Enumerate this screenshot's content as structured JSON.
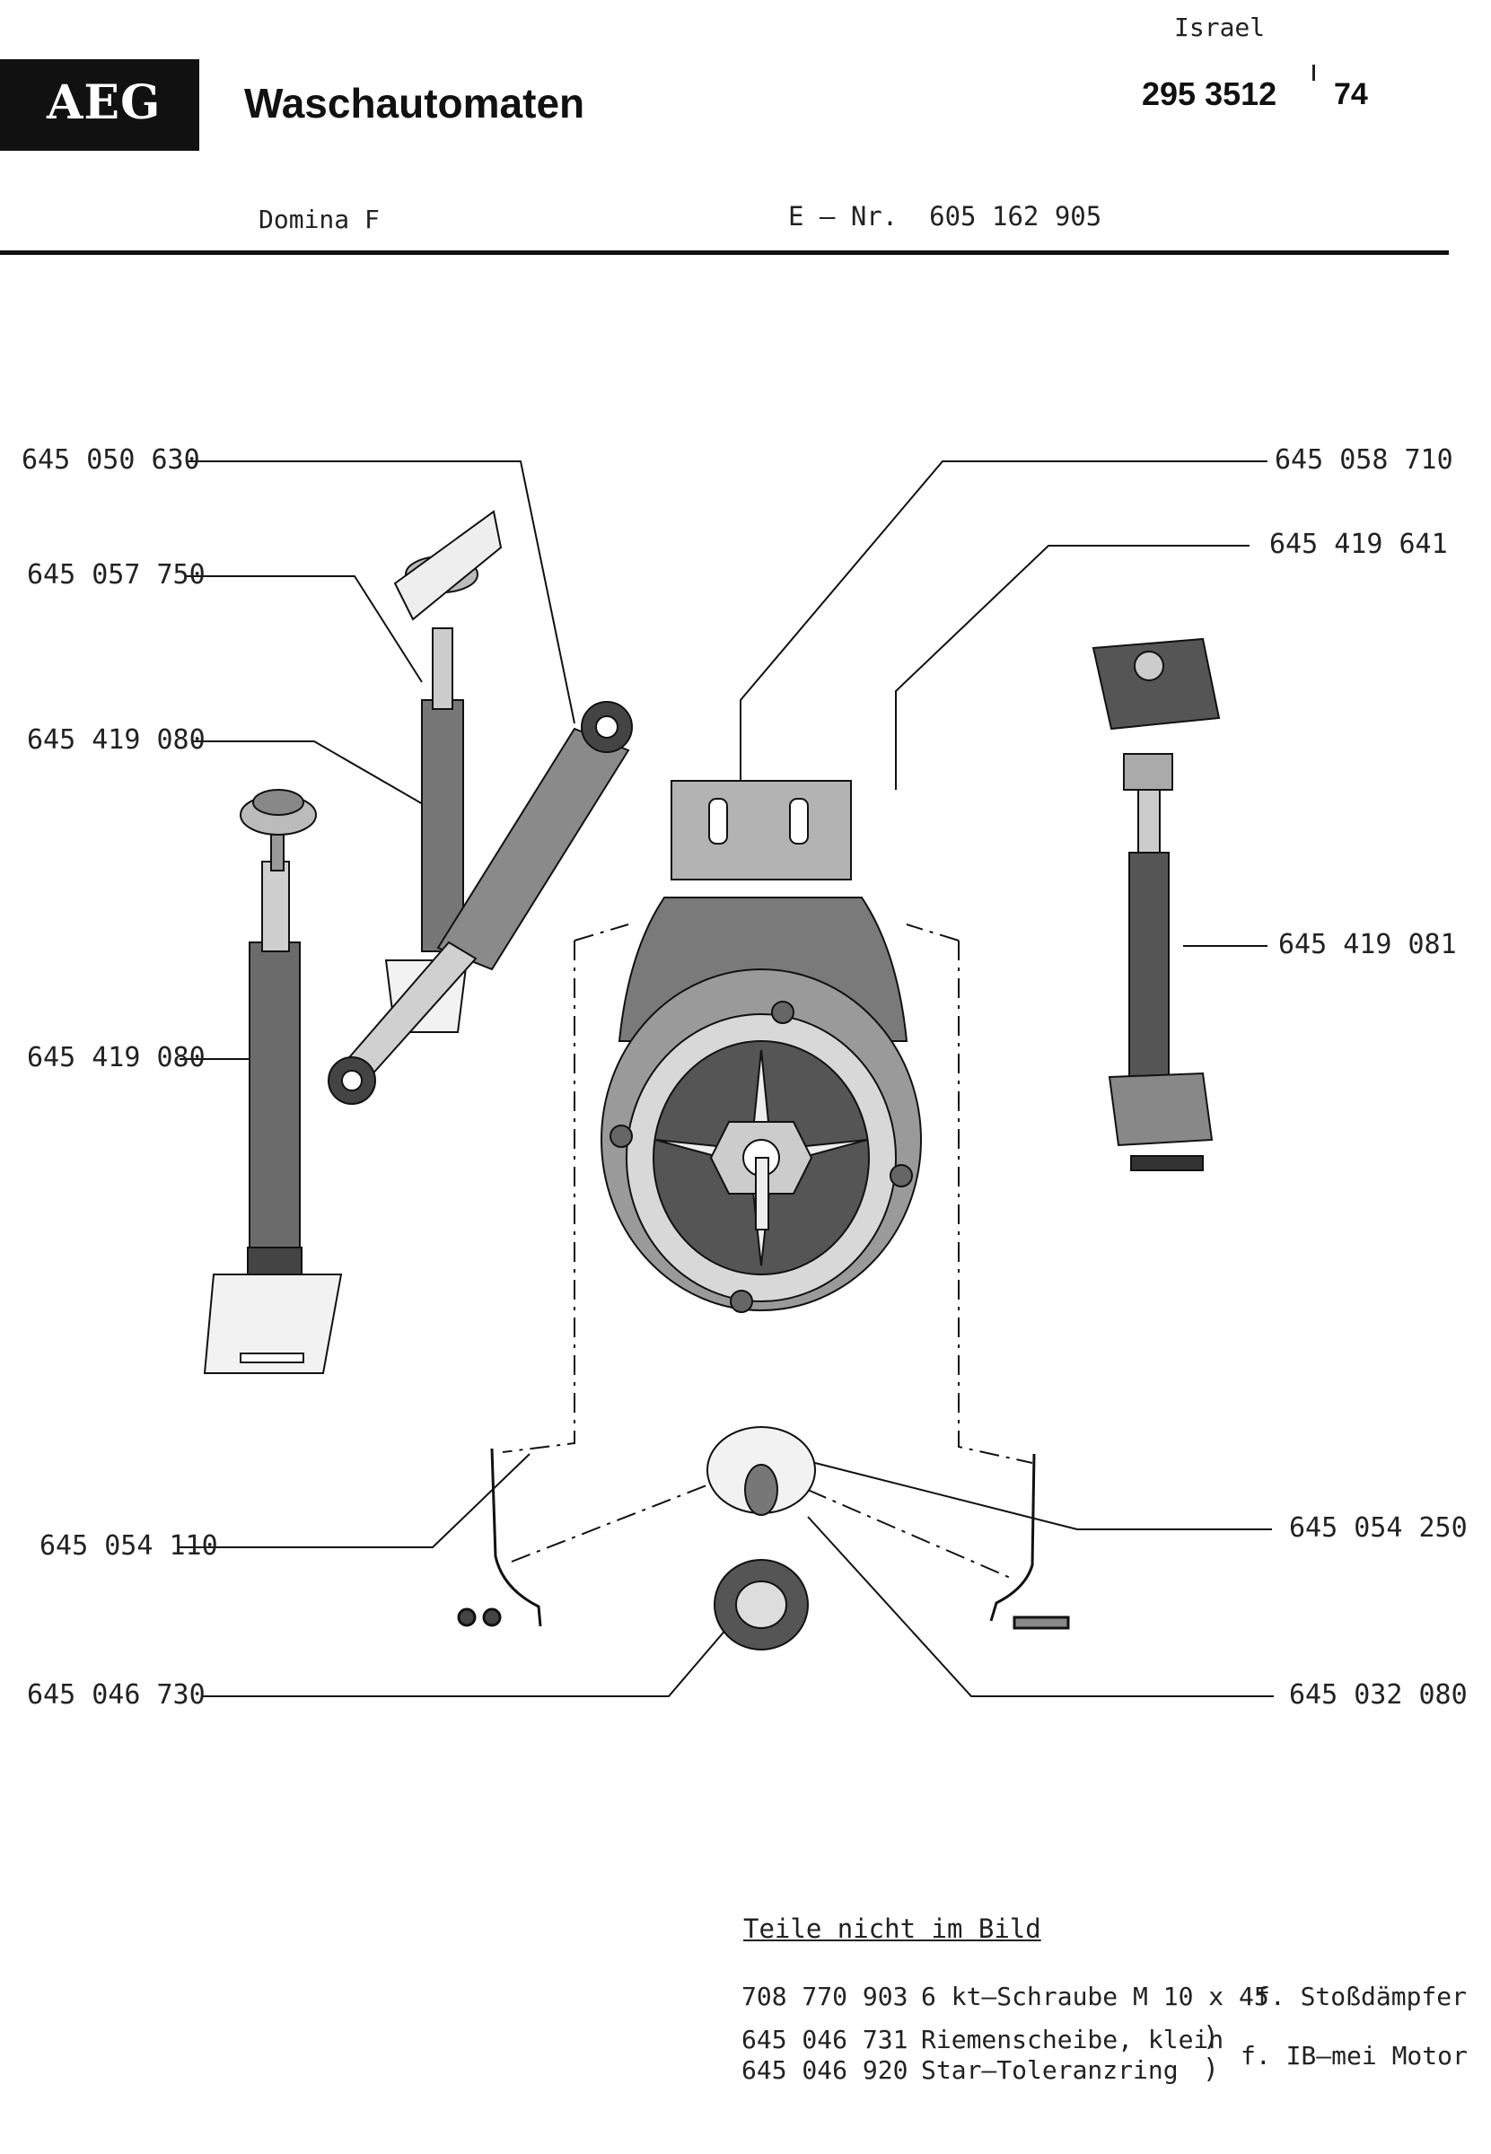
{
  "header": {
    "brand": "AEG",
    "title": "Waschautomaten",
    "region": "Israel",
    "doc_number": "295 3512",
    "doc_year": "74",
    "model": "Domina  F",
    "e_nr_label": "E – Nr.",
    "e_nr_value": "605 162 905"
  },
  "parts": {
    "p1": "645 050 630",
    "p2": "645 057 750",
    "p3": "645 419 080",
    "p4": "645 419 080",
    "p5": "645 054 110",
    "p6": "645 046 730",
    "p7": "645 058 710",
    "p8": "645 419 641",
    "p9": "645 419 081",
    "p10": "645 054 250",
    "p11": "645 032 080"
  },
  "notes": {
    "heading": "Teile nicht im Bild",
    "items": [
      {
        "part": "708 770 903",
        "description": "6 kt–Schraube  M 10 x 45",
        "usage": "f. Stoßdämpfer"
      },
      {
        "part": "645 046 731",
        "description": "Riemenscheibe, klein",
        "usage": "f.  IB–mei  Motor"
      },
      {
        "part": "645 046 920",
        "description": "Star–Toleranzring",
        "usage": ""
      }
    ]
  },
  "colors": {
    "ink": "#111111",
    "paper": "#ffffff"
  }
}
